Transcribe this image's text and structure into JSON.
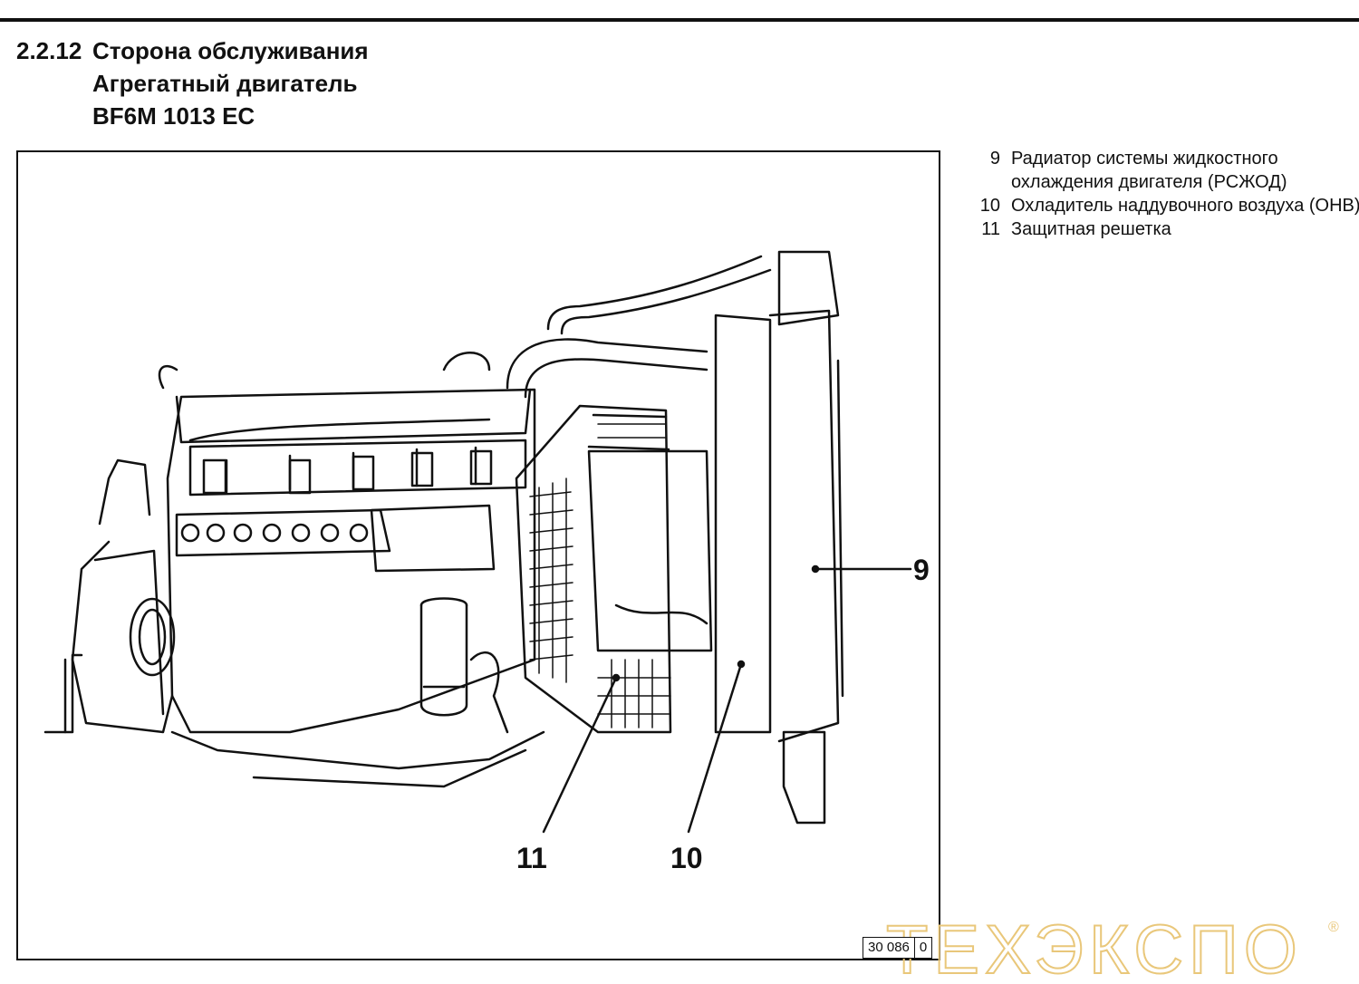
{
  "heading": {
    "section_number": "2.2.12",
    "title_line1": "Сторона обслуживания",
    "title_line2": "Агрегатный двигатель",
    "title_line3": "BF6M 1013 EC"
  },
  "legend": [
    {
      "num": "9",
      "text": "Радиатор системы жидкостного охлаждения двигателя (РСЖОД)"
    },
    {
      "num": "10",
      "text": "Охладитель наддувочного воздуха (ОНВ)"
    },
    {
      "num": "11",
      "text": "Защитная решетка"
    }
  ],
  "callouts": {
    "c9": "9",
    "c10": "10",
    "c11": "11"
  },
  "figure_code": {
    "part1": "30 086",
    "part2": "0"
  },
  "watermark": {
    "text": "ТЕХЭКСПО",
    "mark": "®",
    "color": "#e9c77a"
  }
}
